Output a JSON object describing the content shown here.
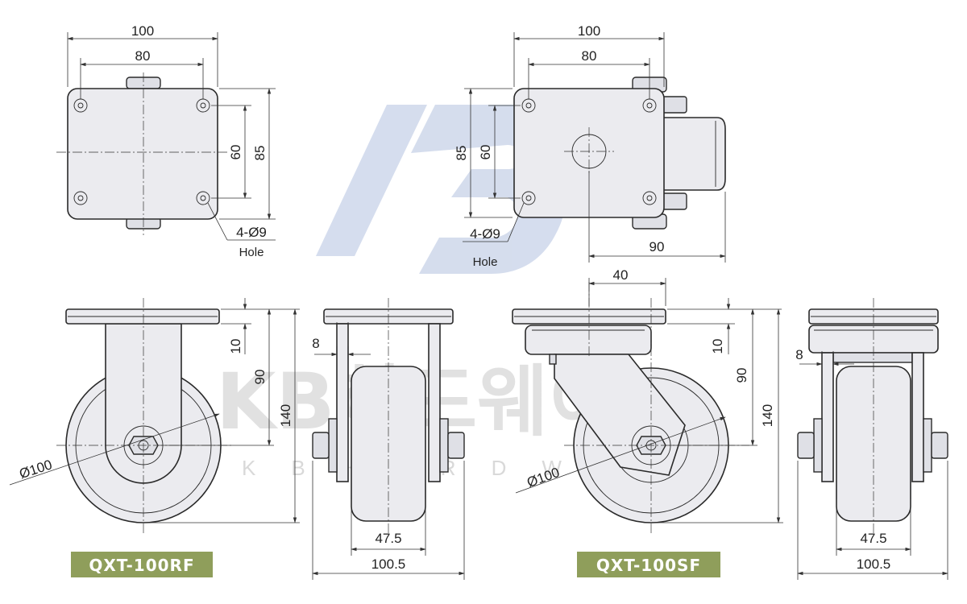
{
  "colors": {
    "tag_background": "#8f9e5b",
    "tag_text": "#ffffff",
    "watermark_logo": "#c7d2e8",
    "watermark_text": "#dcdcdc",
    "part_fill": "#ebebef",
    "line": "#2a2a2a"
  },
  "watermark": {
    "logo_mark": "KB",
    "title": "KB하드웨이",
    "subtitle": "KBHARDWAY"
  },
  "views": {
    "rf_top": {
      "width": "100",
      "hole_span_x": "80",
      "hole_span_y": "60",
      "height": "85",
      "hole_note": "4-Ø9",
      "hole_label": "Hole"
    },
    "sf_top": {
      "width": "100",
      "hole_span_x": "80",
      "height": "85",
      "hole_span_y": "60",
      "hole_note": "4-Ø9",
      "hole_label": "Hole",
      "offset": "90"
    },
    "rf_side": {
      "plate": "10",
      "axle_height": "90",
      "total_height": "140",
      "wheel_dia": "Ø100"
    },
    "rf_front": {
      "bracket": "8",
      "wheel_width": "47.5",
      "overall_width": "100.5"
    },
    "sf_side": {
      "swivel_offset": "40",
      "plate": "10",
      "axle_height": "90",
      "total_height": "140",
      "wheel_dia": "Ø100"
    },
    "sf_front": {
      "bracket": "8",
      "wheel_width": "47.5",
      "overall_width": "100.5"
    }
  },
  "models": {
    "rigid": "QXT-100RF",
    "swivel": "QXT-100SF"
  }
}
